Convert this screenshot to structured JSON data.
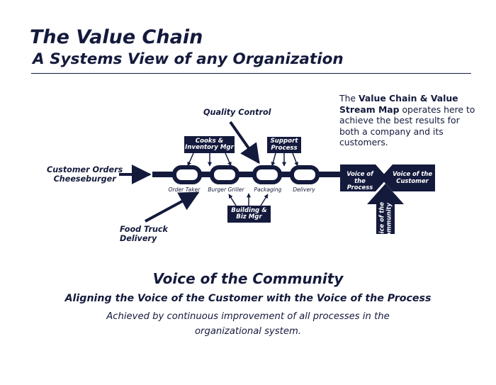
{
  "header": {
    "title": "The Value Chain",
    "subtitle": "A Systems View of any Organization"
  },
  "note": {
    "prefix": "The ",
    "bold": "Value Chain & Value Stream Map",
    "suffix": " operates here to achieve the best results for both a company and its customers."
  },
  "diagram": {
    "quality_control": "Quality Control",
    "customer_orders": [
      "Customer Orders",
      "Cheeseburger"
    ],
    "food_truck": [
      "Food Truck",
      "Delivery"
    ],
    "cooks_box": [
      "Cooks &",
      "Inventory Mgr"
    ],
    "support_box": [
      "Support",
      "Process"
    ],
    "building_box": [
      "Building &",
      "Biz Mgr"
    ],
    "chain_links": [
      "Order Taker",
      "Burger Griller",
      "Packaging",
      "Delivery"
    ],
    "voice_process": [
      "Voice of the",
      "Process"
    ],
    "voice_customer": [
      "Voice of the",
      "Customer"
    ],
    "voice_community_arrow": [
      "Voice of the",
      "Community"
    ]
  },
  "footer": {
    "heading": "Voice of the Community",
    "subheading": "Aligning the Voice of the Customer with the Voice of the Process",
    "text": "Achieved by continuous improvement of all processes in the organizational system."
  },
  "colors": {
    "navy": "#141a3c",
    "background": "#ffffff"
  }
}
